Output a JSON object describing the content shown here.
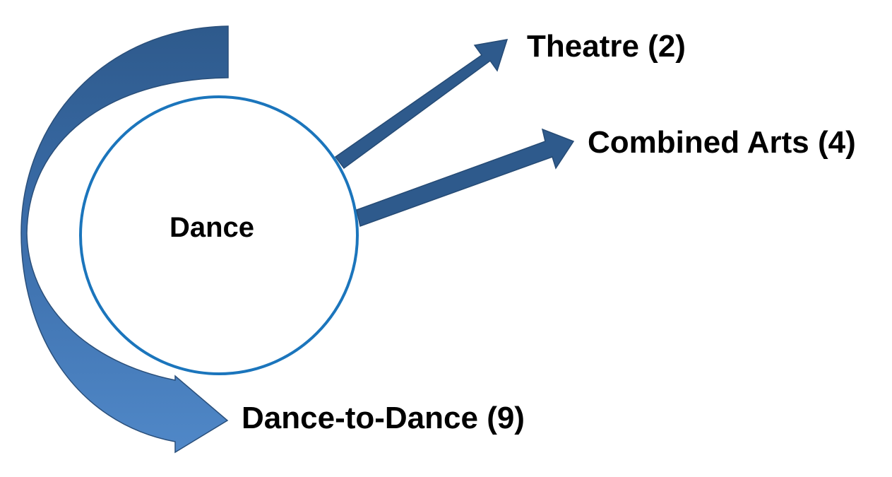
{
  "diagram": {
    "center_label": "Dance",
    "targets": [
      {
        "label": "Theatre (2)"
      },
      {
        "label": "Combined Arts (4)"
      },
      {
        "label": "Dance-to-Dance (9)"
      }
    ],
    "colors": {
      "arrow_dark": "#2E5A8C",
      "arrow_light": "#4F81BD",
      "circle_stroke": "#1B75BC",
      "text": "#000000"
    }
  }
}
